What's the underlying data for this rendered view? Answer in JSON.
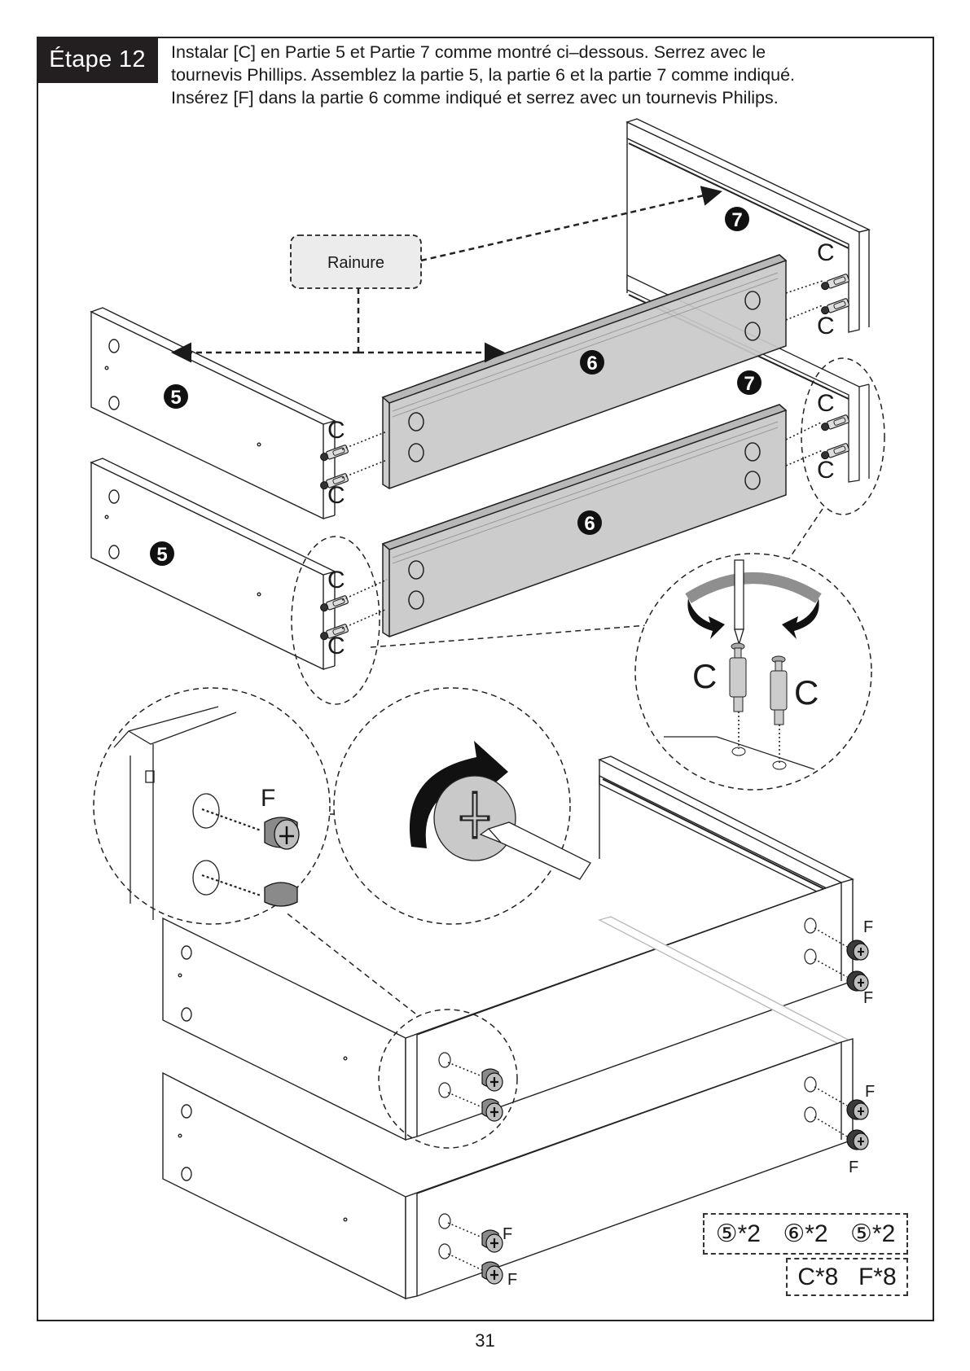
{
  "step": {
    "badge": "Étape 12",
    "instructions": [
      "Instalar [C] en Partie 5 et Partie 7 comme montré ci–dessous. Serrez avec le",
      "tournevis Phillips. Assemblez la partie 5, la partie 6 et la partie 7 comme indiqué.",
      "Insérez [F] dans la partie 6 comme indiqué et serrez avec un tournevis Philips."
    ]
  },
  "diagram": {
    "groove_label": "Rainure",
    "parts": {
      "part_5_upper": "5",
      "part_5_lower": "5",
      "part_6_upper": "6",
      "part_6_lower": "6",
      "part_7_upper": "7",
      "part_7_lower": "7"
    },
    "hardware_labels": {
      "cam_bolt": "C",
      "cam_lock": "F"
    },
    "icons": [
      "screwdriver-icon",
      "rotate-arrow-icon",
      "cam-bolt-icon",
      "cam-lock-icon"
    ]
  },
  "legend": {
    "parts": [
      "⑤*2",
      "⑥*2",
      "⑤*2"
    ],
    "hardware": [
      "C*8",
      "F*8"
    ]
  },
  "colors": {
    "badge_bg": "#231f20",
    "panel_gray": "#c9c9c9",
    "rainure_bg": "#ececec",
    "ink": "#1a1a1a"
  },
  "page_number": "31"
}
